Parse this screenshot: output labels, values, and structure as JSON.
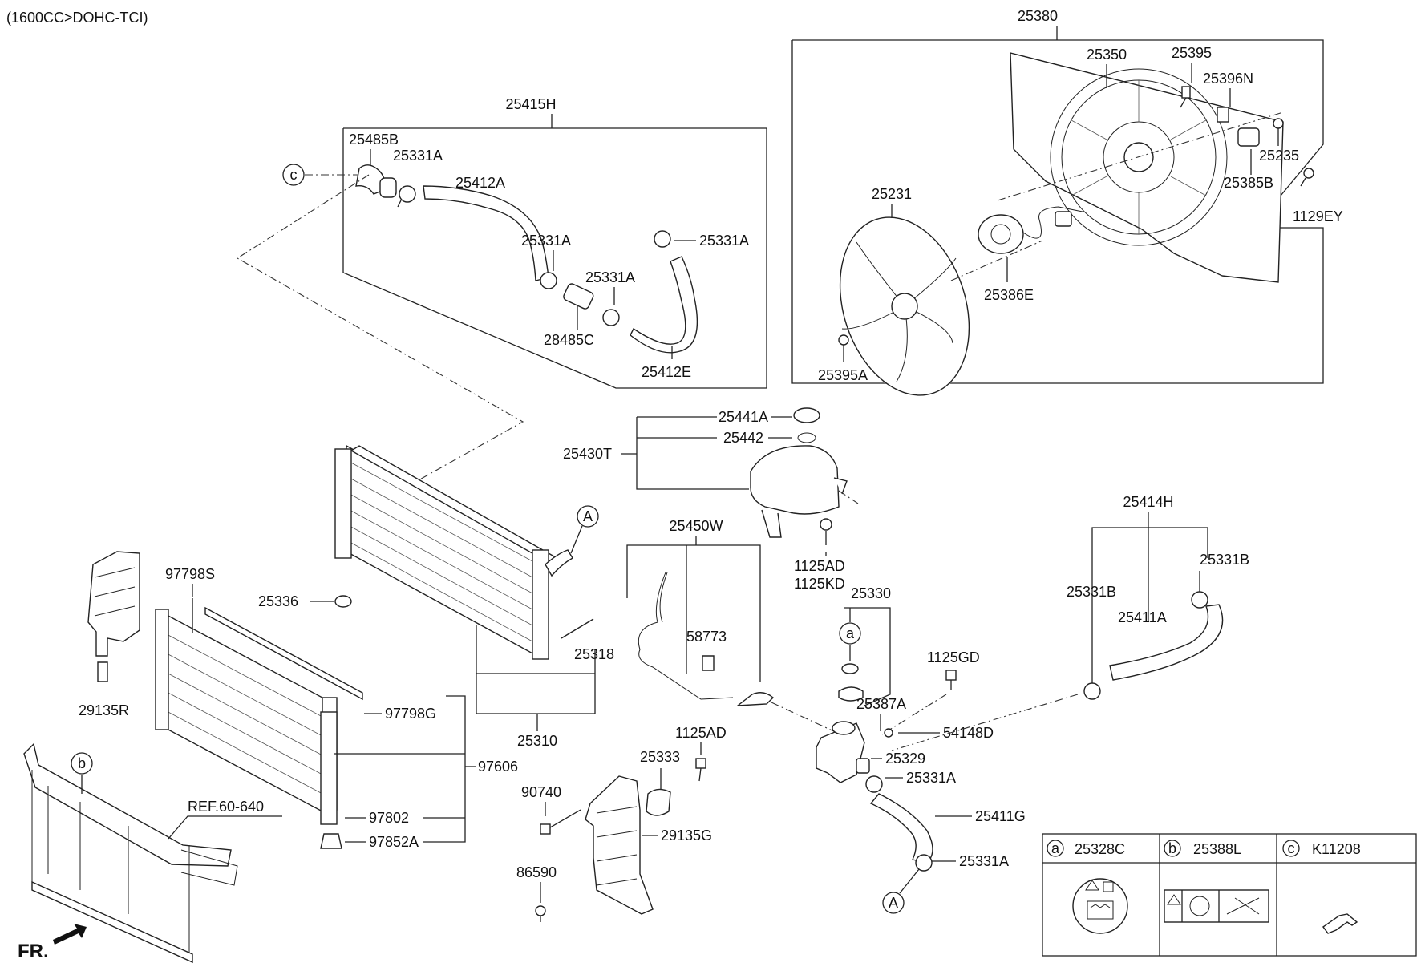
{
  "header": {
    "title": "(1600CC>DOHC-TCI)"
  },
  "orientation_label": "FR.",
  "groups": {
    "hose_kit": "25415H",
    "fan_shroud": "25380",
    "reservoir": "25430T",
    "breather_hose": "25450W",
    "radiator": "25310",
    "condenser": "97606",
    "lower_hose": "25414H",
    "filler_neck": "25330"
  },
  "labels": {
    "p25485B": "25485B",
    "p25331A_1": "25331A",
    "p25412A": "25412A",
    "p25331A_2": "25331A",
    "p25331A_3": "25331A",
    "p25331A_4": "25331A",
    "p28485C": "28485C",
    "p25412E": "25412E",
    "p25350": "25350",
    "p25395": "25395",
    "p25396N": "25396N",
    "p25235": "25235",
    "p25385B": "25385B",
    "p1129EY": "1129EY",
    "p25231": "25231",
    "p25386E": "25386E",
    "p25395A": "25395A",
    "p25441A": "25441A",
    "p25442": "25442",
    "p1125AD_1": "1125AD",
    "p1125KD": "1125KD",
    "p58773": "58773",
    "p25336": "25336",
    "p25318": "25318",
    "p97798S": "97798S",
    "p29135R": "29135R",
    "p97798G": "97798G",
    "p97802": "97802",
    "p97852A": "97852A",
    "pREF": "REF.60-640",
    "p1125AD_2": "1125AD",
    "p25333": "25333",
    "p90740": "90740",
    "p29135G": "29135G",
    "p86590": "86590",
    "p1125GD": "1125GD",
    "p25387A": "25387A",
    "p54148D": "54148D",
    "p25329": "25329",
    "p25331A_5": "25331A",
    "p25411G": "25411G",
    "p25331A_6": "25331A",
    "p25331B_1": "25331B",
    "p25331B_2": "25331B",
    "p25411A": "25411A"
  },
  "callouts": {
    "c_top": "c",
    "A_radiator": "A",
    "a_neck": "a",
    "b_frame": "b",
    "A_bottom": "A"
  },
  "legend": [
    {
      "key": "a",
      "part": "25328C"
    },
    {
      "key": "b",
      "part": "25388L"
    },
    {
      "key": "c",
      "part": "K11208"
    }
  ]
}
